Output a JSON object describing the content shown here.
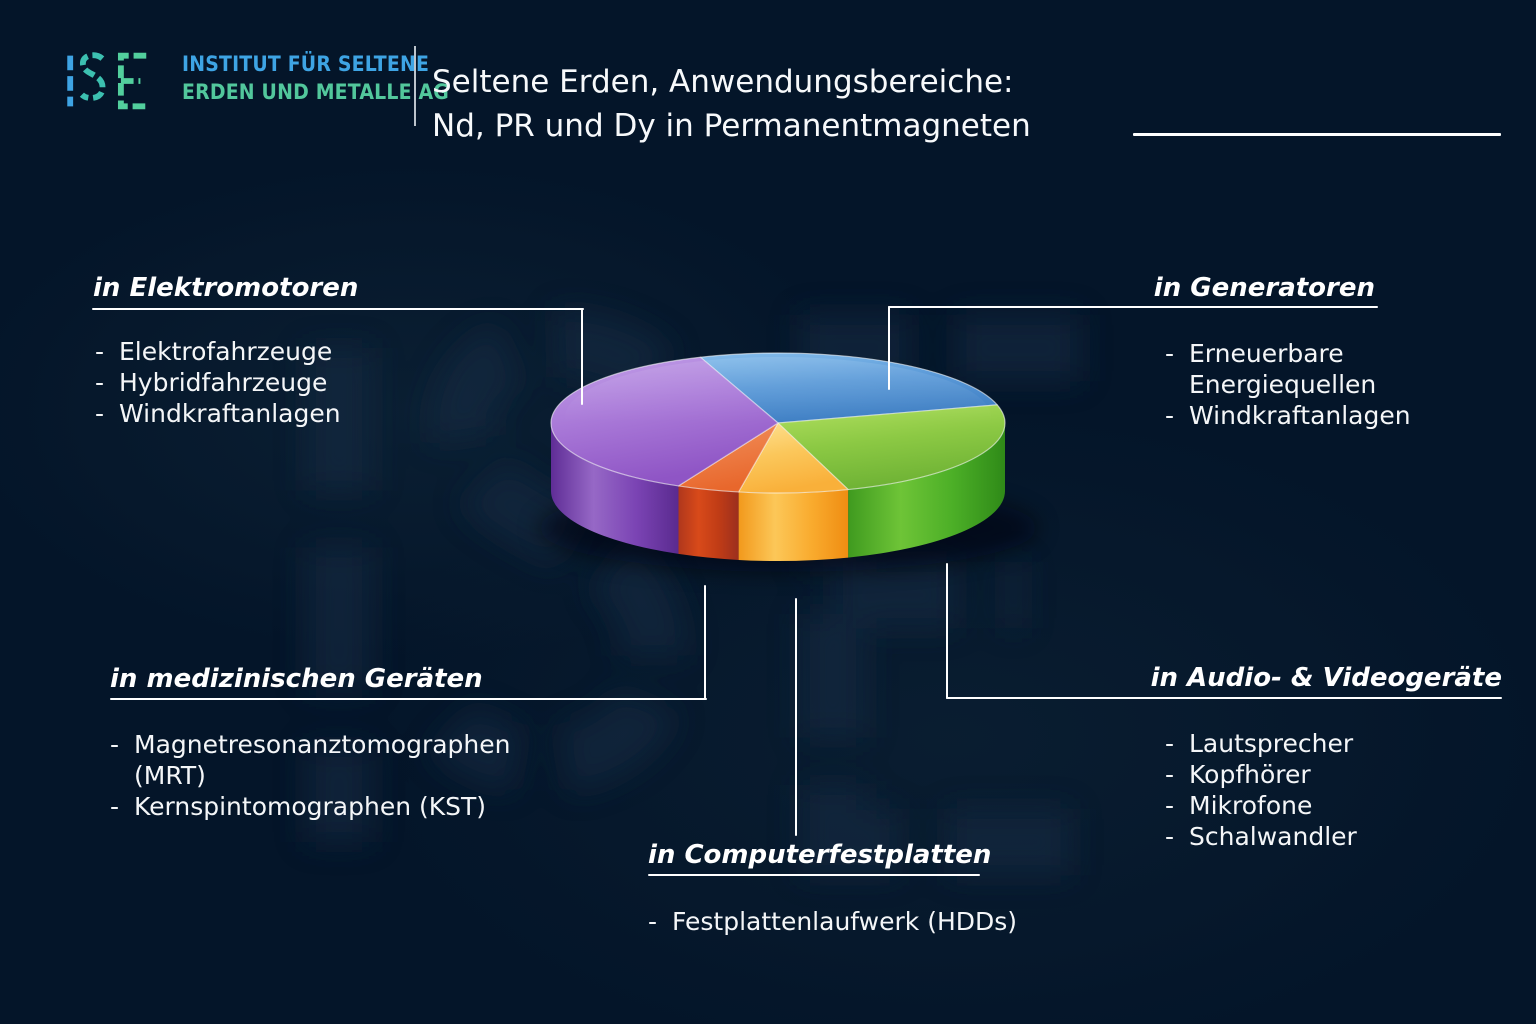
{
  "colors": {
    "background": "#041529",
    "text": "#ffffff",
    "connector_line": "#ffffff",
    "logo_blue": "#3ea4e4",
    "logo_teal": "#3cc0b0",
    "logo_green": "#52c79c",
    "watermark": "#132c42"
  },
  "bullet_char": "-",
  "logo": {
    "mark_letters": "ISE",
    "line1": "INSTITUT FÜR SELTENE",
    "line2": "ERDEN UND METALLE AG"
  },
  "title": {
    "line1": "Seltene Erden, Anwendungsbereiche:",
    "line2": "Nd, PR und Dy in Permanentmagneten"
  },
  "callouts": [
    {
      "id": "elektromotoren",
      "heading": "in Elektromotoren",
      "items": [
        "Elektrofahrzeuge",
        "Hybridfahrzeuge",
        "Windkraftanlagen"
      ]
    },
    {
      "id": "generatoren",
      "heading": "in Generatoren",
      "items": [
        "Erneuerbare Energiequellen",
        "Windkraftanlagen"
      ]
    },
    {
      "id": "medizinische-geraete",
      "heading": "in medizinischen Geräten",
      "items": [
        "Magnetresonanztomographen (MRT)",
        "Kernspintomographen (KST)"
      ]
    },
    {
      "id": "computerfestplatten",
      "heading": "in Computerfestplatten",
      "items": [
        "Festplattenlaufwerk (HDDs)"
      ]
    },
    {
      "id": "audio-video",
      "heading": "in Audio- & Videogeräte",
      "items": [
        "Lautsprecher",
        "Kopfhörer",
        "Mikrofone",
        "Schalwandler"
      ]
    }
  ],
  "chart_data": {
    "type": "pie",
    "style": "3d",
    "title": "Seltene Erden, Anwendungsbereiche: Nd, PR und Dy in Permanentmagneten",
    "legend_position": "callout-labels-around-pie",
    "values_labeled_on_chart": false,
    "slices": [
      {
        "id": "generatoren",
        "label": "in Generatoren",
        "percent_est": 26,
        "start_deg": 110,
        "end_deg": 15,
        "top": [
          "#85bdec",
          "#5b9ad8",
          "#3f7fc4"
        ],
        "side": [
          "#2f63a0",
          "#5a94cc",
          "#3a76b4",
          "#2a5890"
        ]
      },
      {
        "id": "audio-video",
        "label": "in Audio- & Videogeräte",
        "percent_est": 24,
        "start_deg": 15,
        "end_deg": -72,
        "top": [
          "#b2e060",
          "#8cc944",
          "#6fb335"
        ],
        "side": [
          "#3f9a1f",
          "#6ec437",
          "#4caf27",
          "#2f8a18"
        ]
      },
      {
        "id": "computerfestplatten",
        "label": "in Computerfestplatten",
        "percent_est": 8,
        "start_deg": -72,
        "end_deg": -100,
        "top": [
          "#fde294",
          "#fbc75b",
          "#f9b03a"
        ],
        "side": [
          "#f2991c",
          "#fcc758",
          "#f9ab2e",
          "#ef8d12"
        ]
      },
      {
        "id": "medizinische-geraete",
        "label": "in medizinischen Geräten",
        "percent_est": 5,
        "start_deg": -100,
        "end_deg": -116,
        "top": [
          "#f2935f",
          "#e8672c"
        ],
        "side": [
          "#b0371c",
          "#d84a1a",
          "#c03c16",
          "#9c2f1e"
        ]
      },
      {
        "id": "elektromotoren",
        "label": "in Elektromotoren",
        "percent_est": 37,
        "start_deg": -116,
        "end_deg": -250,
        "top": [
          "#c2a0e8",
          "#a979d8",
          "#8f55c5"
        ],
        "side": [
          "#5f2d96",
          "#9668c6",
          "#7b44b4",
          "#5a2a8f"
        ]
      }
    ]
  }
}
